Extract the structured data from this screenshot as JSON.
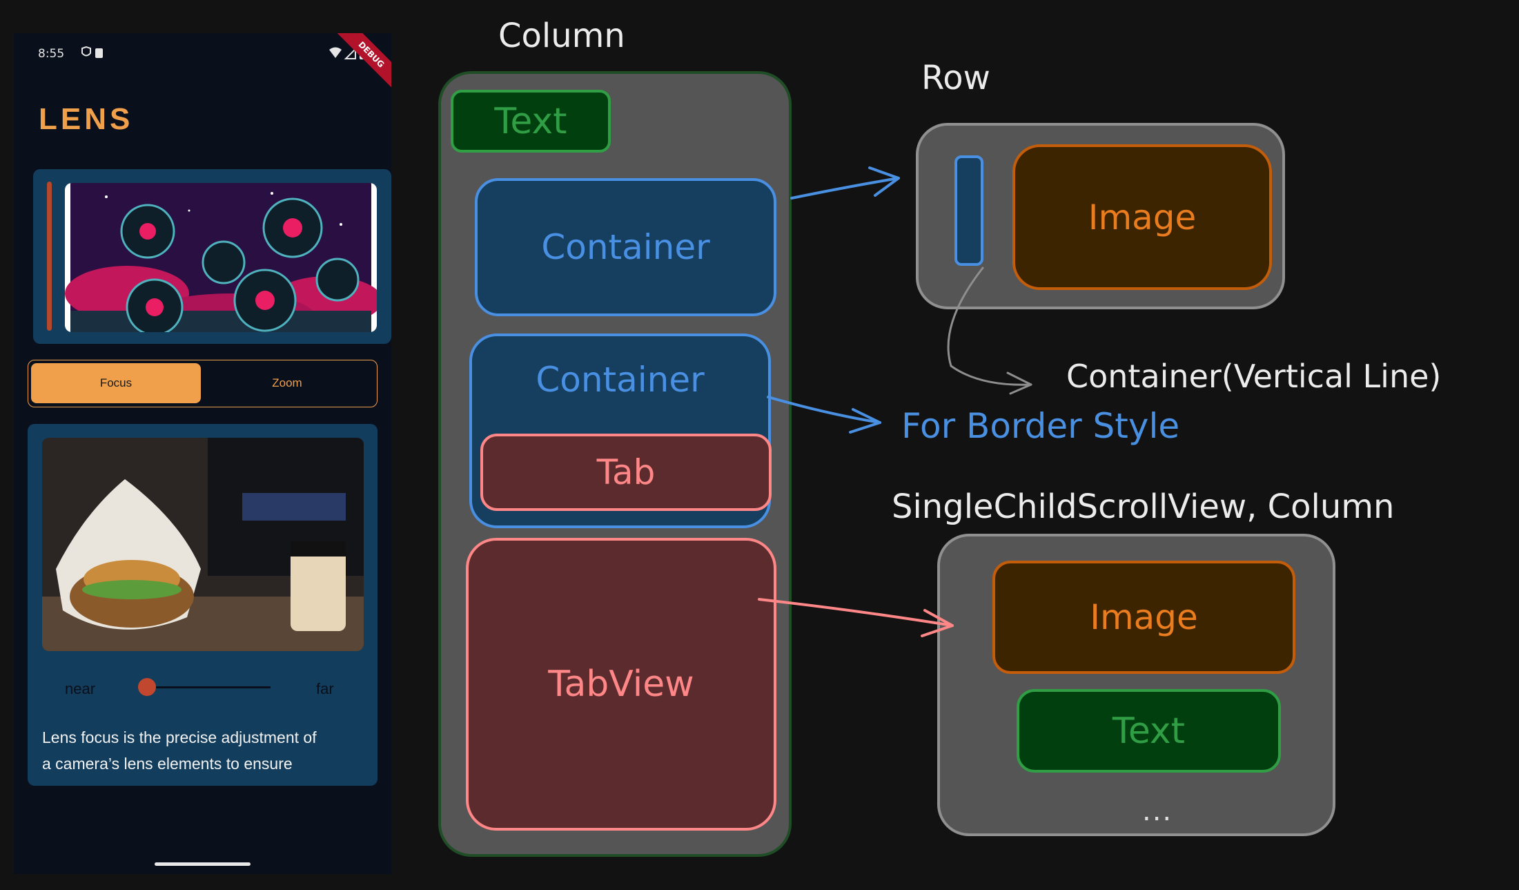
{
  "phone": {
    "status_time": "8:55",
    "debug_banner": "DEBUG",
    "logo": "LENS",
    "tabs": [
      "Focus",
      "Zoom"
    ],
    "slider": {
      "min_label": "near",
      "max_label": "far",
      "value": 0.0
    },
    "description_line1": "Lens focus is the precise adjustment of",
    "description_line2": "a camera’s lens elements to ensure"
  },
  "diagram": {
    "column_title": "Column",
    "column_items": [
      "Text",
      "Container",
      "Container",
      "Tab",
      "TabView"
    ],
    "row_title": "Row",
    "row_image": "Image",
    "vertical_line_label": "Container(Vertical Line)",
    "border_style_label": "For Border Style",
    "scroll_title": "SingleChildScrollView, Column",
    "scroll_image": "Image",
    "scroll_text": "Text",
    "scroll_more": "..."
  },
  "colors": {
    "accent_orange": "#f0a04b",
    "diagram_green": "#2f9e44",
    "diagram_blue": "#4a90e2",
    "diagram_red": "#ff8787",
    "diagram_orange": "#e87c1e"
  }
}
